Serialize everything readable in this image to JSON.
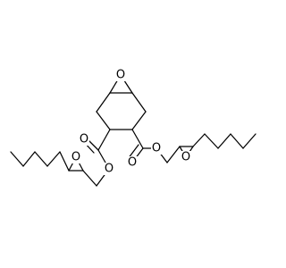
{
  "molecule": {
    "atoms": [
      {
        "element": "O"
      },
      {
        "element": "O"
      },
      {
        "element": "O"
      },
      {
        "element": "O"
      },
      {
        "element": "O"
      },
      {
        "element": "O"
      },
      {
        "element": "O"
      }
    ]
  }
}
